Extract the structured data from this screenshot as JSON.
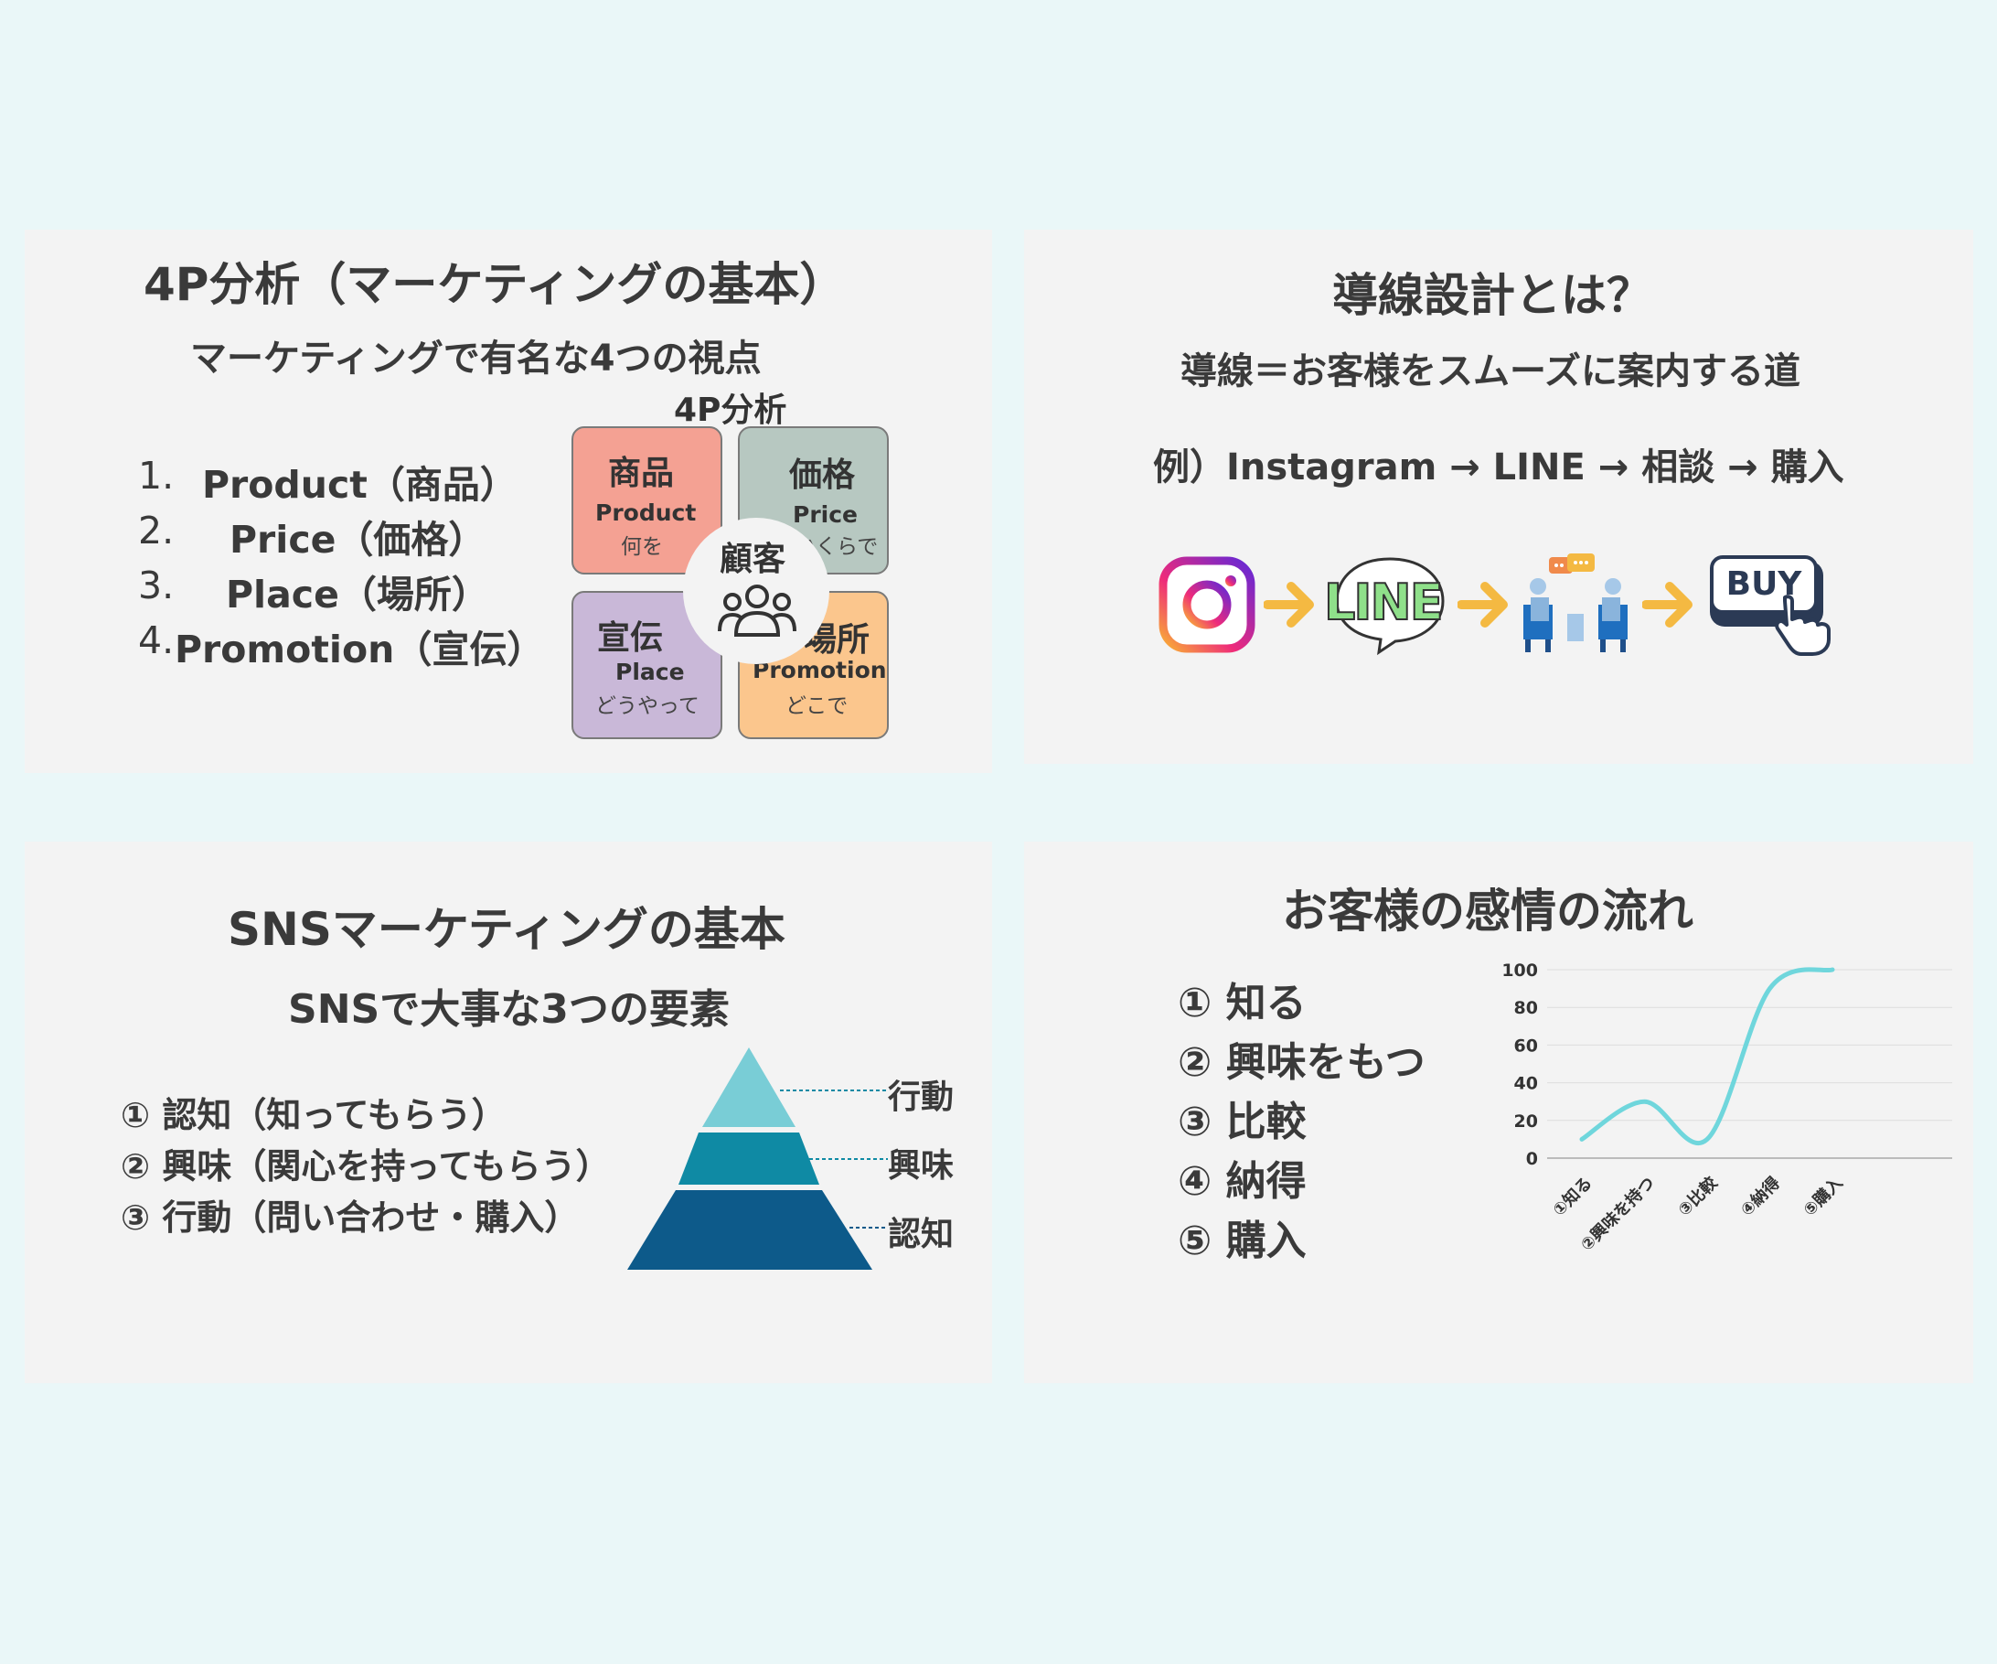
{
  "panel_4p": {
    "title": "4P分析（マーケティングの基本）",
    "subtitle": "マーケティングで有名な4つの視点",
    "diagram_title": "4P分析",
    "items": [
      {
        "num": "1.",
        "text": "Product（商品）"
      },
      {
        "num": "2.",
        "text": "Price（価格）"
      },
      {
        "num": "3.",
        "text": "Place（場所）"
      },
      {
        "num": "4.",
        "text": "Promotion（宣伝）"
      }
    ],
    "center": "顧客",
    "quadrants": [
      {
        "title": "商品",
        "en": "Product",
        "jp": "何を",
        "color": "#f4a193"
      },
      {
        "title": "価格",
        "en": "Price",
        "jp": "いくらで",
        "color": "#b7c8c1"
      },
      {
        "title": "宣伝",
        "en": "Place",
        "jp": "どうやって",
        "color": "#c9b8d8"
      },
      {
        "title": "場所",
        "en": "Promotion",
        "jp": "どこで",
        "color": "#fbc68d"
      }
    ]
  },
  "panel_flow": {
    "title": "導線設計とは？",
    "definition": "導線＝お客様をスムーズに案内する道",
    "example": "例）Instagram → LINE → 相談 → 購入",
    "icons": [
      "instagram-icon",
      "line-icon",
      "consultation-icon",
      "buy-button-icon"
    ],
    "line_text": "LINE",
    "buy_text": "BUY",
    "arrow_color": "#f4b942"
  },
  "panel_sns": {
    "title": "SNSマーケティングの基本",
    "subtitle": "SNSで大事な3つの要素",
    "items": [
      "① 認知（知ってもらう）",
      "② 興味（関心を持ってもらう）",
      "③ 行動（問い合わせ・購入）"
    ],
    "pyramid_labels": [
      "行動",
      "興味",
      "認知"
    ],
    "pyramid_colors": [
      "#79cdd6",
      "#0f8aa4",
      "#0d5a8a"
    ]
  },
  "panel_emotion": {
    "title": "お客様の感情の流れ",
    "items": [
      "① 知る",
      "② 興味をもつ",
      "③ 比較",
      "④ 納得",
      "⑤ 購入"
    ]
  },
  "chart_data": {
    "type": "line",
    "categories": [
      "①知る",
      "②興味を持つ",
      "③比較",
      "④納得",
      "⑤購入"
    ],
    "series": [
      {
        "values": [
          10,
          30,
          10,
          90,
          100
        ],
        "color": "#6fd6dc"
      }
    ],
    "yticks": [
      0,
      20,
      40,
      60,
      80,
      100
    ],
    "ylim": [
      0,
      100
    ],
    "grid": true,
    "smooth": true
  }
}
